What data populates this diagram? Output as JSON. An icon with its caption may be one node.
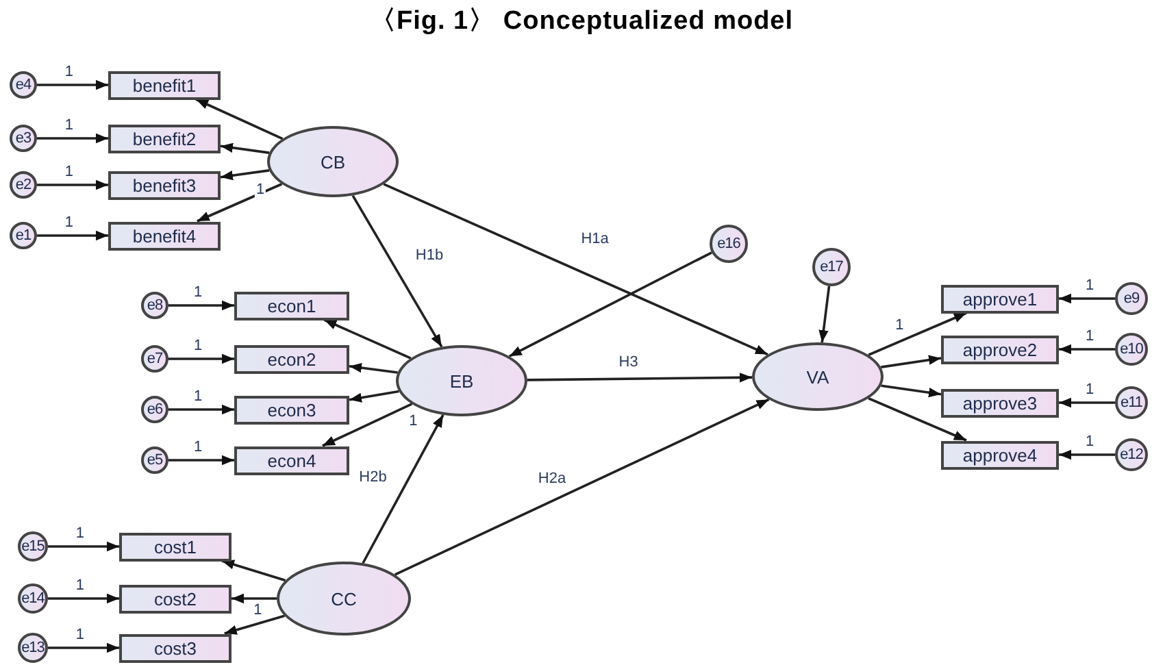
{
  "diagram": {
    "title": "〈Fig. 1〉 Conceptualized model",
    "nodes": [
      {
        "text": [
          "CB"
        ]
      },
      {
        "text": [
          "benefit1"
        ]
      },
      {
        "text": [
          "benefit2"
        ]
      },
      {
        "text": [
          "benefit3"
        ]
      },
      {
        "text": [
          "benefit4"
        ]
      },
      {
        "text": [
          "e4"
        ]
      },
      {
        "text": [
          "e3"
        ]
      },
      {
        "text": [
          "e2"
        ]
      },
      {
        "text": [
          "e1"
        ]
      },
      {
        "text": [
          "EB"
        ]
      },
      {
        "text": [
          "econ1"
        ]
      },
      {
        "text": [
          "econ2"
        ]
      },
      {
        "text": [
          "econ3"
        ]
      },
      {
        "text": [
          "econ4"
        ]
      },
      {
        "text": [
          "e8"
        ]
      },
      {
        "text": [
          "e7"
        ]
      },
      {
        "text": [
          "e6"
        ]
      },
      {
        "text": [
          "e5"
        ]
      },
      {
        "text": [
          "CC"
        ]
      },
      {
        "text": [
          "cost1"
        ]
      },
      {
        "text": [
          "cost2"
        ]
      },
      {
        "text": [
          "cost3"
        ]
      },
      {
        "text": [
          "e15"
        ]
      },
      {
        "text": [
          "e14"
        ]
      },
      {
        "text": [
          "e13"
        ]
      },
      {
        "text": [
          "VA"
        ]
      },
      {
        "text": [
          "approve1"
        ]
      },
      {
        "text": [
          "approve2"
        ]
      },
      {
        "text": [
          "approve3"
        ]
      },
      {
        "text": [
          "approve4"
        ]
      },
      {
        "text": [
          "e9"
        ]
      },
      {
        "text": [
          "e10"
        ]
      },
      {
        "text": [
          "e11"
        ]
      },
      {
        "text": [
          "e12"
        ]
      },
      {
        "text": [
          "e16"
        ]
      },
      {
        "text": [
          "e17"
        ]
      }
    ],
    "edges": [
      {
        "from": 0,
        "to": 1,
        "arrow": "to"
      },
      {
        "from": 0,
        "to": 2,
        "arrow": "to"
      },
      {
        "from": 0,
        "to": 3,
        "arrow": "to"
      },
      {
        "from": 0,
        "to": 4,
        "arrow": "to",
        "label": "1"
      },
      {
        "from": 5,
        "to": 1,
        "arrow": "to",
        "label": "1"
      },
      {
        "from": 6,
        "to": 2,
        "arrow": "to",
        "label": "1"
      },
      {
        "from": 7,
        "to": 3,
        "arrow": "to",
        "label": "1"
      },
      {
        "from": 8,
        "to": 4,
        "arrow": "to",
        "label": "1"
      },
      {
        "from": 0,
        "to": 9,
        "arrow": "to",
        "label": "H1b"
      },
      {
        "from": 0,
        "to": 25,
        "arrow": "to",
        "label": "H1a"
      },
      {
        "from": 34,
        "to": 9,
        "arrow": "to"
      },
      {
        "from": 9,
        "to": 10,
        "arrow": "to"
      },
      {
        "from": 9,
        "to": 11,
        "arrow": "to"
      },
      {
        "from": 9,
        "to": 12,
        "arrow": "to"
      },
      {
        "from": 9,
        "to": 13,
        "arrow": "to",
        "label": "1"
      },
      {
        "from": 14,
        "to": 10,
        "arrow": "to",
        "label": "1"
      },
      {
        "from": 15,
        "to": 11,
        "arrow": "to",
        "label": "1"
      },
      {
        "from": 16,
        "to": 12,
        "arrow": "to",
        "label": "1"
      },
      {
        "from": 17,
        "to": 13,
        "arrow": "to",
        "label": "1"
      },
      {
        "from": 18,
        "to": 19,
        "arrow": "to"
      },
      {
        "from": 18,
        "to": 20,
        "arrow": "to"
      },
      {
        "from": 18,
        "to": 21,
        "arrow": "to",
        "label": "1"
      },
      {
        "from": 22,
        "to": 19,
        "arrow": "to",
        "label": "1"
      },
      {
        "from": 23,
        "to": 20,
        "arrow": "to",
        "label": "1"
      },
      {
        "from": 24,
        "to": 21,
        "arrow": "to",
        "label": "1"
      },
      {
        "from": 18,
        "to": 9,
        "arrow": "to",
        "label": "H2b"
      },
      {
        "from": 18,
        "to": 25,
        "arrow": "to",
        "label": "H2a"
      },
      {
        "from": 9,
        "to": 25,
        "arrow": "to",
        "label": "H3"
      },
      {
        "from": 35,
        "to": 25,
        "arrow": "to"
      },
      {
        "from": 25,
        "to": 26,
        "arrow": "to",
        "label": "1"
      },
      {
        "from": 25,
        "to": 27,
        "arrow": "to"
      },
      {
        "from": 25,
        "to": 28,
        "arrow": "to"
      },
      {
        "from": 25,
        "to": 29,
        "arrow": "to"
      },
      {
        "from": 30,
        "to": 26,
        "arrow": "to",
        "label": "1"
      },
      {
        "from": 31,
        "to": 27,
        "arrow": "to",
        "label": "1"
      },
      {
        "from": 32,
        "to": 28,
        "arrow": "to",
        "label": "1"
      },
      {
        "from": 33,
        "to": 29,
        "arrow": "to",
        "label": "1"
      }
    ]
  }
}
